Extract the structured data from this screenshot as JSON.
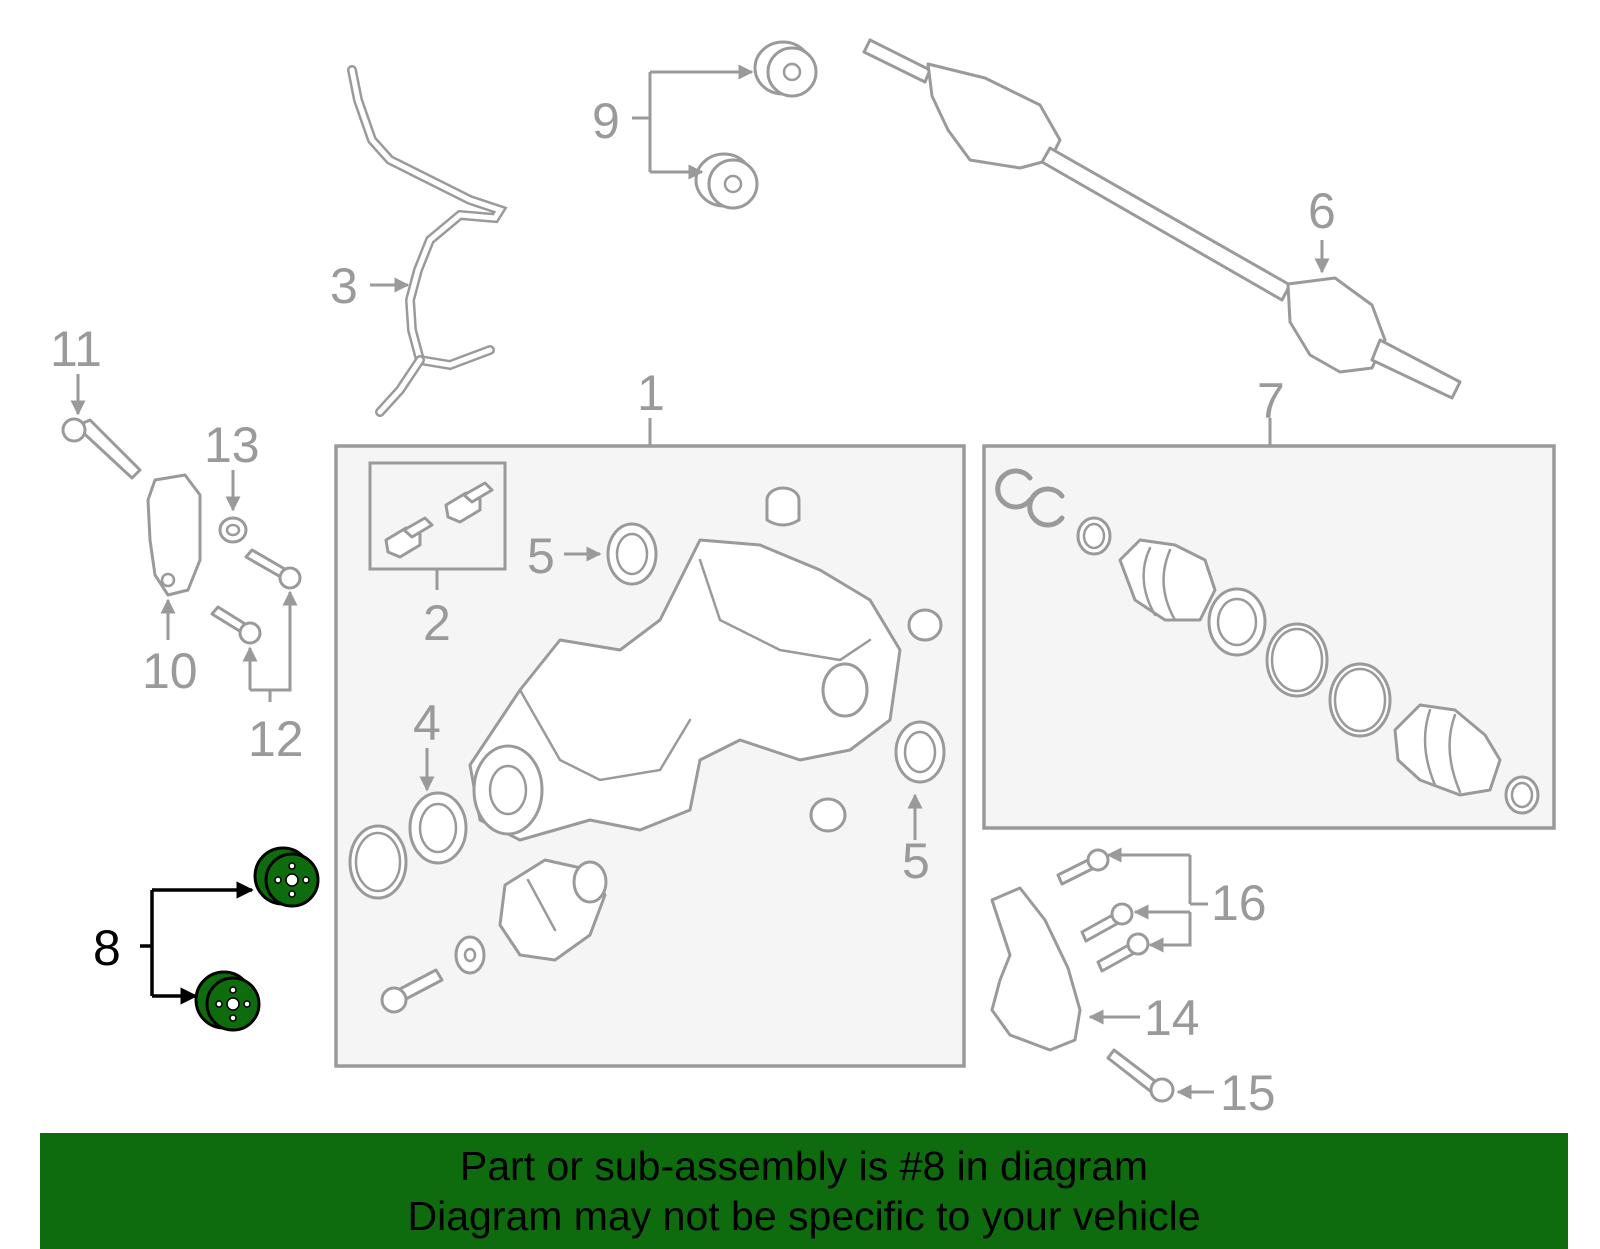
{
  "callouts": {
    "c1": "1",
    "c2": "2",
    "c3": "3",
    "c4": "4",
    "c5a": "5",
    "c5b": "5",
    "c6": "6",
    "c7": "7",
    "c8": "8",
    "c9": "9",
    "c10": "10",
    "c11": "11",
    "c12": "12",
    "c13": "13",
    "c14": "14",
    "c15": "15",
    "c16": "16"
  },
  "highlighted_part": "8",
  "colors": {
    "highlight": "#0e6b0e",
    "line": "#9a9a9a",
    "panel": "#f5f5f5"
  },
  "banner": {
    "line1": "Part or sub-assembly is #8 in diagram",
    "line2": "Diagram may not be specific to your vehicle"
  }
}
